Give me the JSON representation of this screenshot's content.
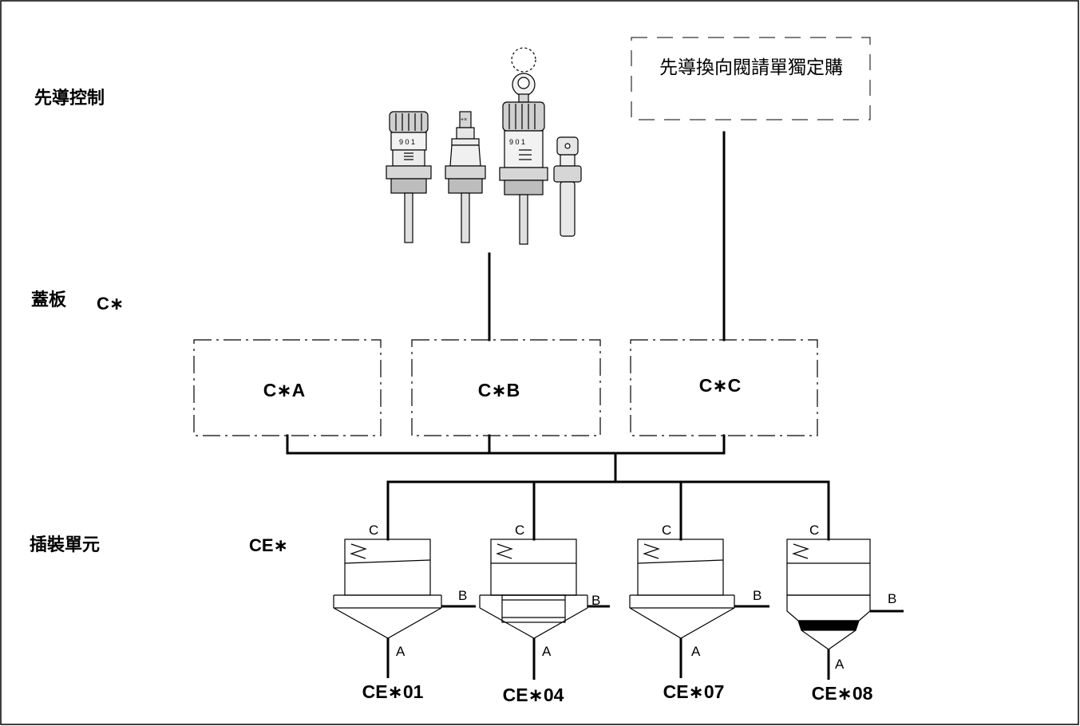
{
  "rows": {
    "pilot_control": "先導控制",
    "cover": "蓋板",
    "cover_code": "C∗",
    "cartridge": "插裝單元",
    "cartridge_code": "CE∗"
  },
  "pilot_valve_note": "先導換向閥請單獨定購",
  "cover_boxes": [
    "C∗A",
    "C∗B",
    "C∗C"
  ],
  "port_labels": {
    "c": "C",
    "b": "B",
    "a": "A"
  },
  "cartridge_models": [
    "CE∗01",
    "CE∗04",
    "CE∗07",
    "CE∗08"
  ]
}
